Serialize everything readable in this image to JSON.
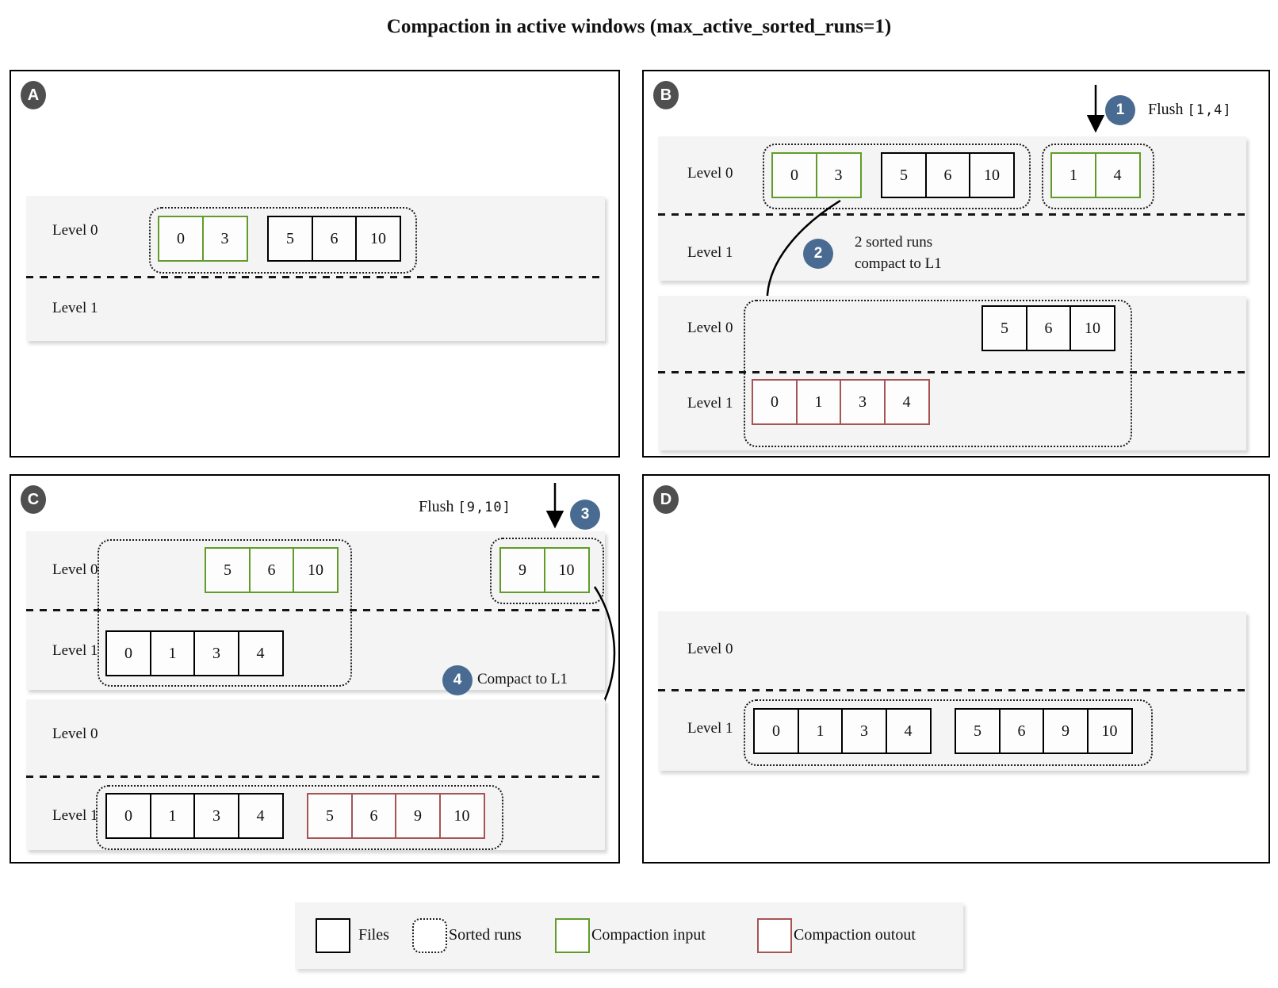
{
  "title": "Compaction in active windows (max_active_sorted_runs=1)",
  "colors": {
    "panel_badge": "#4f4f4f",
    "step_circle": "#4a6b91",
    "compaction_input": "#619c2a",
    "compaction_output": "#a85454",
    "files_border": "#000000",
    "level_band": "#f4f4f4"
  },
  "labels": {
    "level0": "Level 0",
    "level1": "Level 1"
  },
  "panels": {
    "a": {
      "badge": "A"
    },
    "b": {
      "badge": "B"
    },
    "c": {
      "badge": "C"
    },
    "d": {
      "badge": "D"
    }
  },
  "steps": {
    "1": {
      "num": "1",
      "action": "Flush",
      "range": "[1,4]"
    },
    "2": {
      "num": "2",
      "line1": "2 sorted runs",
      "line2": "compact to L1"
    },
    "3": {
      "num": "3",
      "action": "Flush",
      "range": "[9,10]"
    },
    "4": {
      "num": "4",
      "action": "Compact to L1"
    }
  },
  "runs": {
    "a_l0_input": [
      "0",
      "3"
    ],
    "a_l0_files": [
      "5",
      "6",
      "10"
    ],
    "b_top_input1": [
      "0",
      "3"
    ],
    "b_top_files": [
      "5",
      "6",
      "10"
    ],
    "b_top_flushed": [
      "1",
      "4"
    ],
    "b_bottom_l0_files": [
      "5",
      "6",
      "10"
    ],
    "b_bottom_l1_output": [
      "0",
      "1",
      "3",
      "4"
    ],
    "c_top_l0_input": [
      "5",
      "6",
      "10"
    ],
    "c_top_flushed": [
      "9",
      "10"
    ],
    "c_top_l1_files": [
      "0",
      "1",
      "3",
      "4"
    ],
    "c_bottom_l1_files": [
      "0",
      "1",
      "3",
      "4"
    ],
    "c_bottom_l1_output": [
      "5",
      "6",
      "9",
      "10"
    ],
    "d_l1_files_left": [
      "0",
      "1",
      "3",
      "4"
    ],
    "d_l1_files_right": [
      "5",
      "6",
      "9",
      "10"
    ]
  },
  "legend": {
    "items": [
      {
        "swatch": "files",
        "label": "Files"
      },
      {
        "swatch": "sorted",
        "label": "Sorted runs"
      },
      {
        "swatch": "input",
        "label": "Compaction input"
      },
      {
        "swatch": "output",
        "label": "Compaction outout"
      }
    ]
  }
}
